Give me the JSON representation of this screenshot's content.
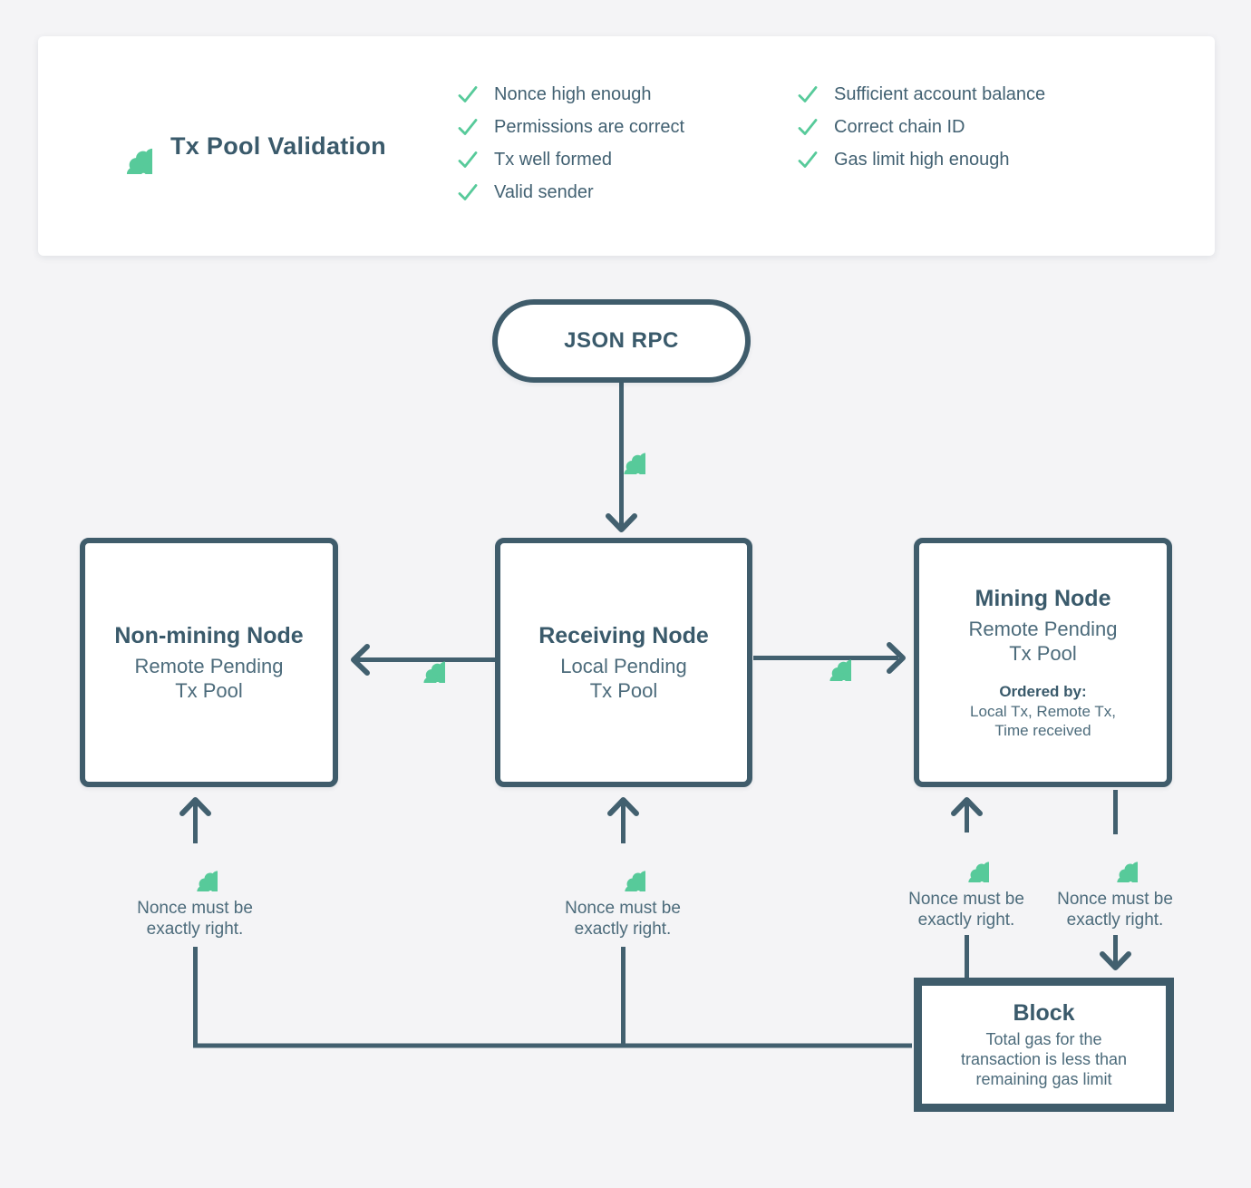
{
  "colors": {
    "background": "#f4f4f6",
    "card_background": "#ffffff",
    "outline_slate": "#3f5c6b",
    "body_text": "#4c6b7b",
    "accent_green": "#57ca9a"
  },
  "validation_card": {
    "badge_icon": "seal-check-badge",
    "title": "Tx Pool Validation",
    "check_icon": "checkmark",
    "checks_col1": [
      "Nonce high enough",
      "Permissions are correct",
      "Tx well formed",
      "Valid sender"
    ],
    "checks_col2": [
      "Sufficient account balance",
      "Correct chain ID",
      "Gas limit high enough"
    ]
  },
  "flow": {
    "entry": {
      "label": "JSON RPC"
    },
    "nodes": {
      "non_mining": {
        "title": "Non-mining Node",
        "subtitle_line1": "Remote Pending",
        "subtitle_line2": "Tx Pool"
      },
      "receiving": {
        "title": "Receiving Node",
        "subtitle_line1": "Local Pending",
        "subtitle_line2": "Tx Pool"
      },
      "mining": {
        "title": "Mining Node",
        "subtitle_line1": "Remote Pending",
        "subtitle_line2": "Tx Pool",
        "ordered_by_label": "Ordered by:",
        "ordered_by_line1": "Local Tx, Remote Tx,",
        "ordered_by_line2": "Time received"
      },
      "block": {
        "title": "Block",
        "body_line1": "Total gas for the",
        "body_line2": "transaction is less than",
        "body_line3": "remaining gas limit"
      }
    },
    "nonce_note": {
      "line1": "Nonce must be",
      "line2": "exactly right."
    },
    "validation_badge_icon": "seal-check-badge"
  }
}
